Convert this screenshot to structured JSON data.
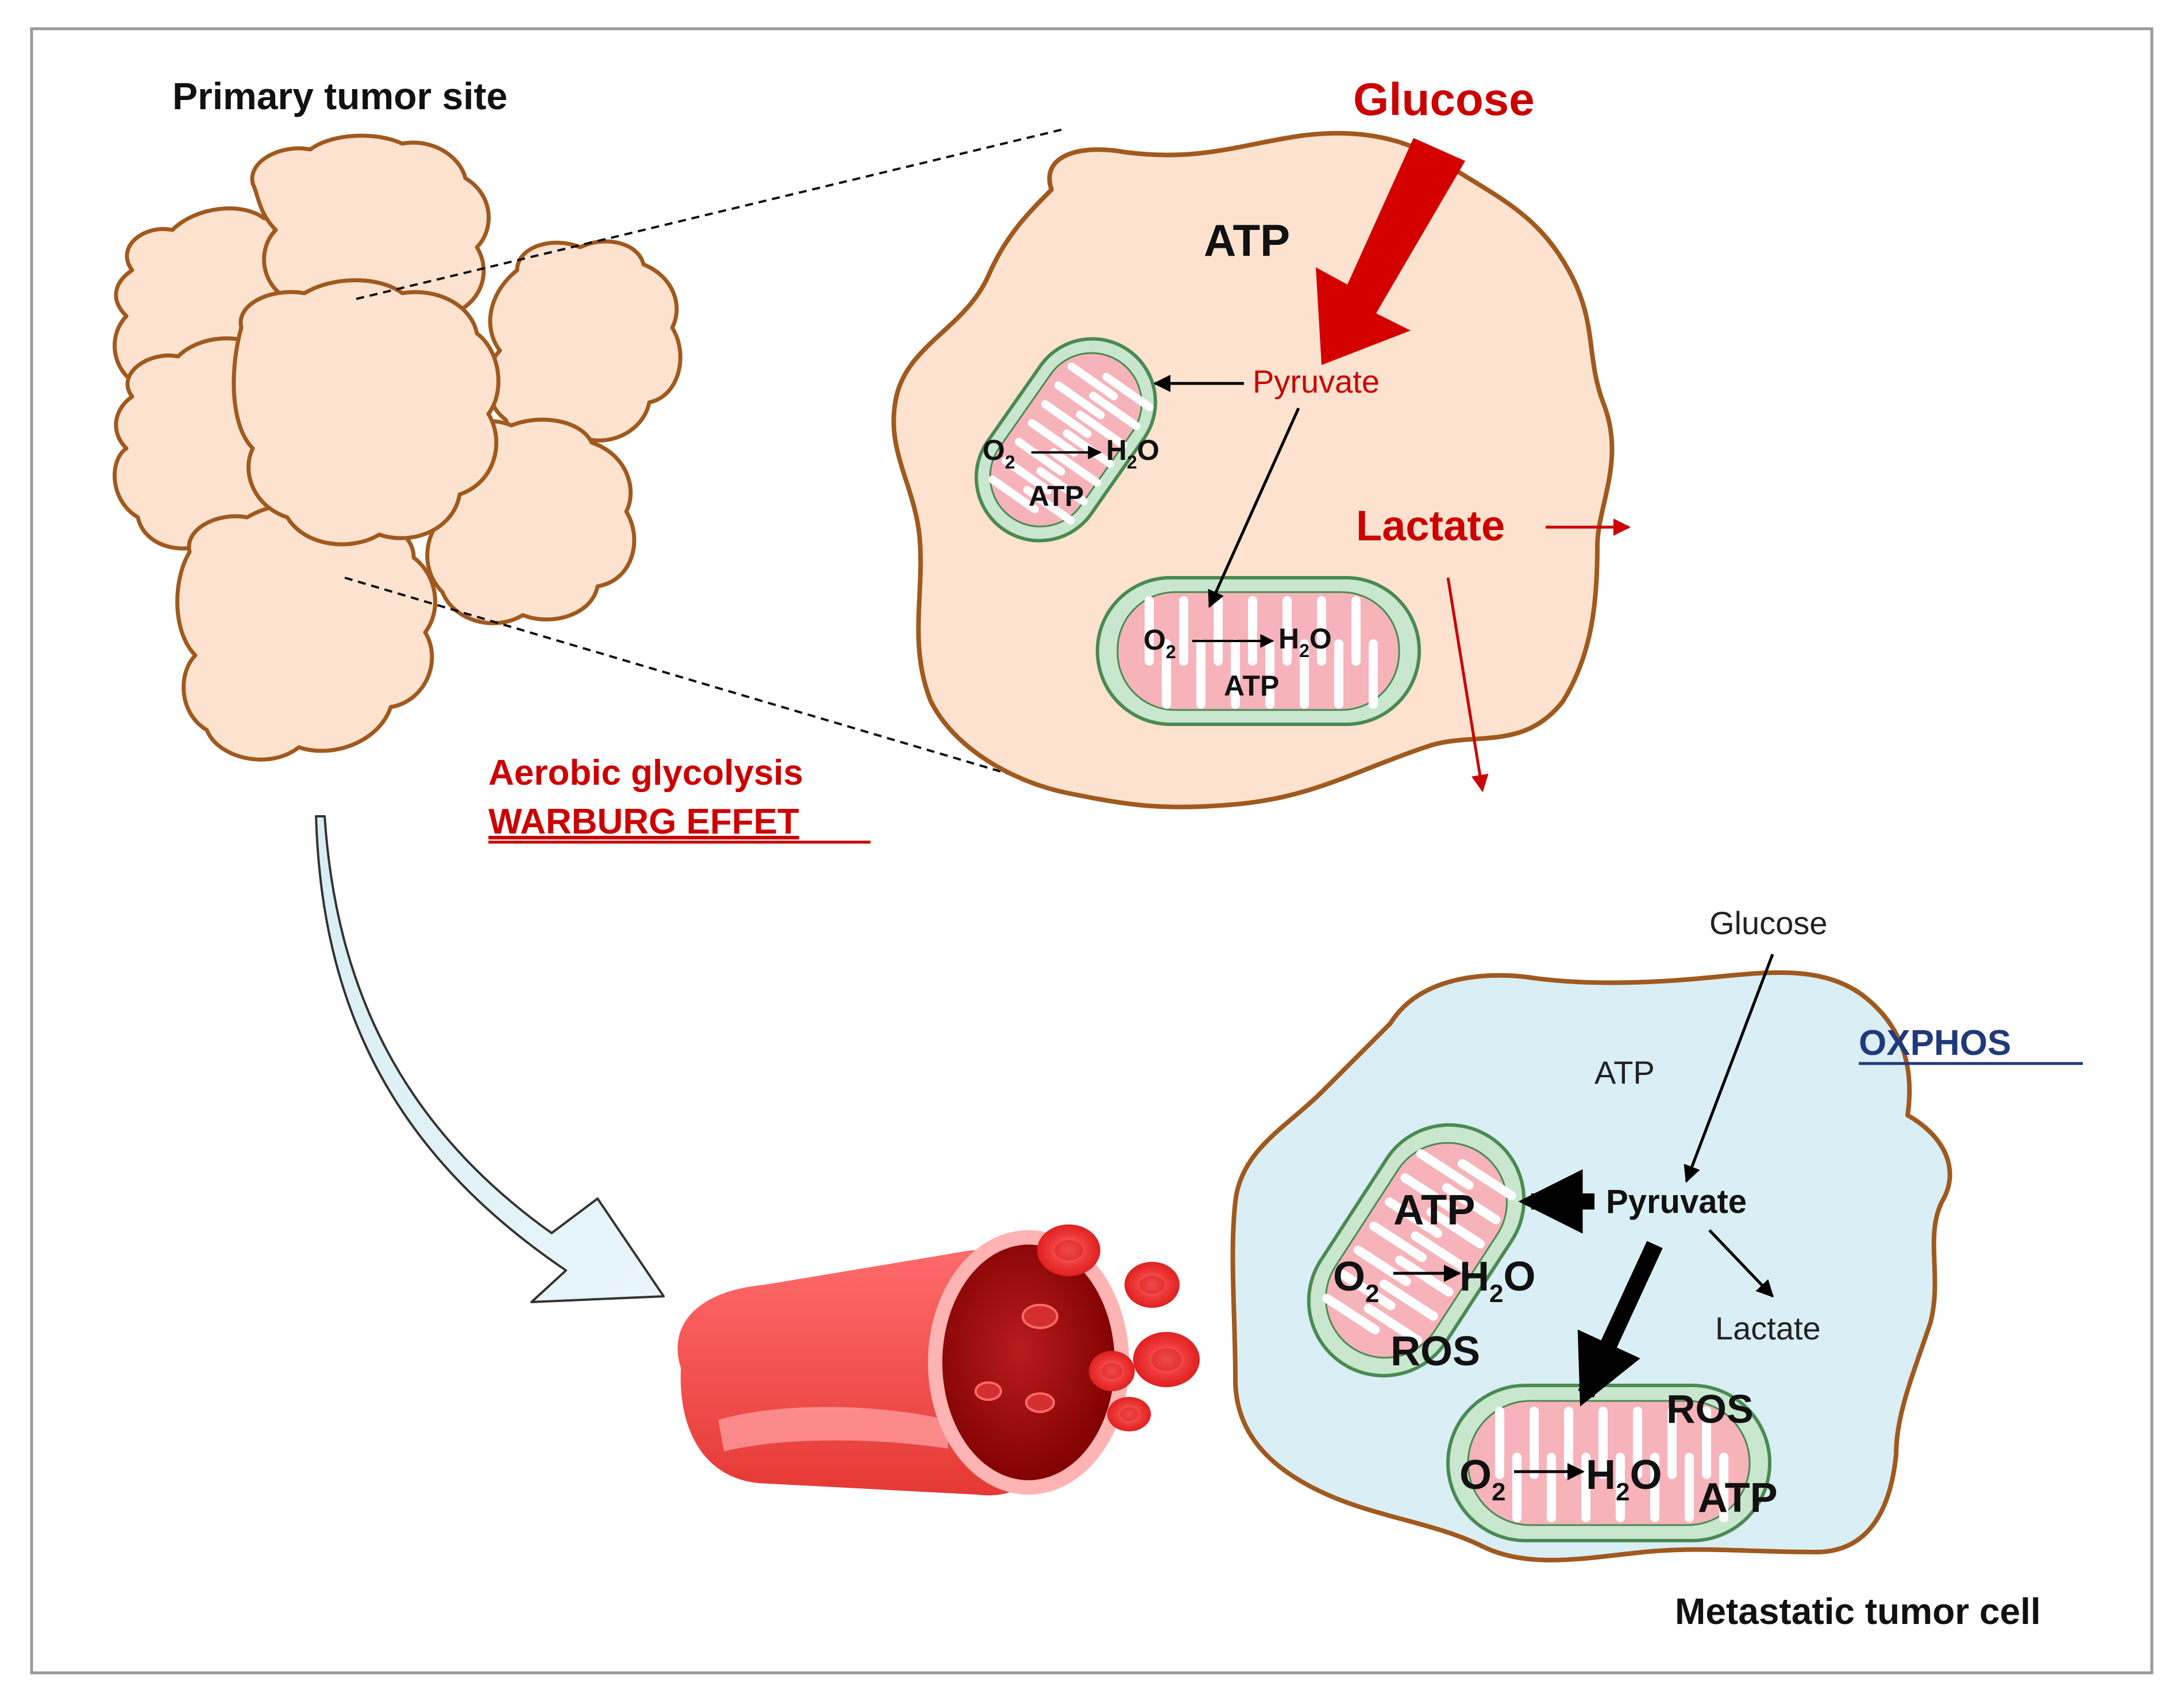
{
  "primary": {
    "title": "Primary tumor site",
    "label_aerobic": "Aerobic glycolysis",
    "label_warburg": "WARBURG EFFET"
  },
  "warburg_cell": {
    "glucose": "Glucose",
    "atp": "ATP",
    "pyruvate": "Pyruvate",
    "lactate": "Lactate",
    "mito_top": {
      "o2": "O",
      "o2_sub": "2",
      "h2o_h": "H",
      "h2o_sub": "2",
      "h2o_o": "O",
      "atp": "ATP"
    },
    "mito_bottom": {
      "o2": "O",
      "o2_sub": "2",
      "h2o_h": "H",
      "h2o_sub": "2",
      "h2o_o": "O",
      "atp": "ATP"
    }
  },
  "metastatic_cell": {
    "title": "Metastatic tumor cell",
    "oxphos": "OXPHOS",
    "glucose": "Glucose",
    "atp": "ATP",
    "pyruvate": "Pyruvate",
    "lactate": "Lactate",
    "mito_left": {
      "atp": "ATP",
      "o2": "O",
      "o2_sub": "2",
      "h2o_h": "H",
      "h2o_sub": "2",
      "h2o_o": "O",
      "ros": "ROS"
    },
    "mito_right": {
      "ros": "ROS",
      "o2": "O",
      "o2_sub": "2",
      "h2o_h": "H",
      "h2o_sub": "2",
      "h2o_o": "O",
      "atp": "ATP"
    }
  },
  "colors": {
    "red": "#cc0000",
    "cell_fill_primary": "#fde3cf",
    "cell_stroke": "#a0591e",
    "cell_fill_metastatic": "#d9eef5",
    "mito_outer": "#c9e6cf",
    "mito_stroke": "#4a8a52",
    "mito_inner": "#f7b3ba",
    "navy": "#1f3a7a"
  }
}
